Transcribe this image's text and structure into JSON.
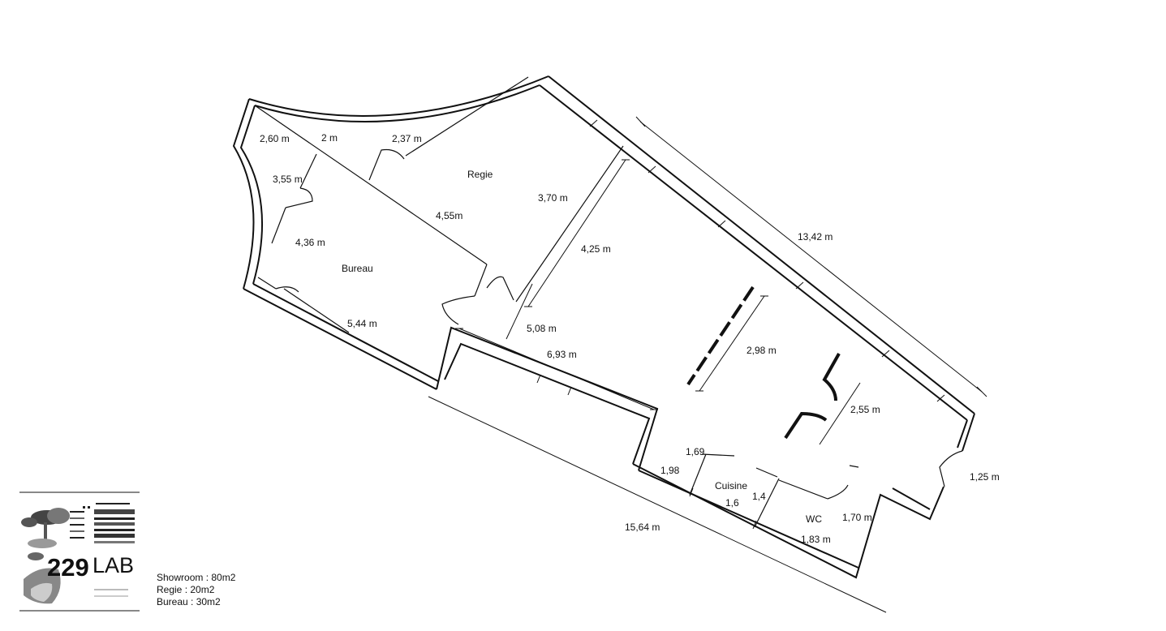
{
  "rooms": {
    "regie": "Regie",
    "bureau": "Bureau",
    "cuisine": "Cuisine",
    "wc": "WC"
  },
  "dimensions": {
    "d_2_60": "2,60 m",
    "d_2": "2 m",
    "d_2_37": "2,37 m",
    "d_3_55": "3,55 m",
    "d_3_70": "3,70 m",
    "d_4_55": "4,55m",
    "d_4_36": "4,36 m",
    "d_4_25": "4,25 m",
    "d_5_44": "5,44 m",
    "d_5_08": "5,08 m",
    "d_6_93": "6,93 m",
    "d_13_42": "13,42 m",
    "d_2_98": "2,98 m",
    "d_2_55": "2,55 m",
    "d_1_69": "1,69",
    "d_1_98": "1,98",
    "d_1_4": "1,4",
    "d_1_6": "1,6",
    "d_1_70": "1,70 m",
    "d_1_83": "1,83 m",
    "d_1_25": "1,25 m",
    "d_15_64": "15,64 m"
  },
  "areas": {
    "showroom": "Showroom : 80m2",
    "regie": "Regie : 20m2",
    "bureau": "Bureau : 30m2"
  },
  "logo": {
    "number": "229",
    "word": "LAB"
  }
}
